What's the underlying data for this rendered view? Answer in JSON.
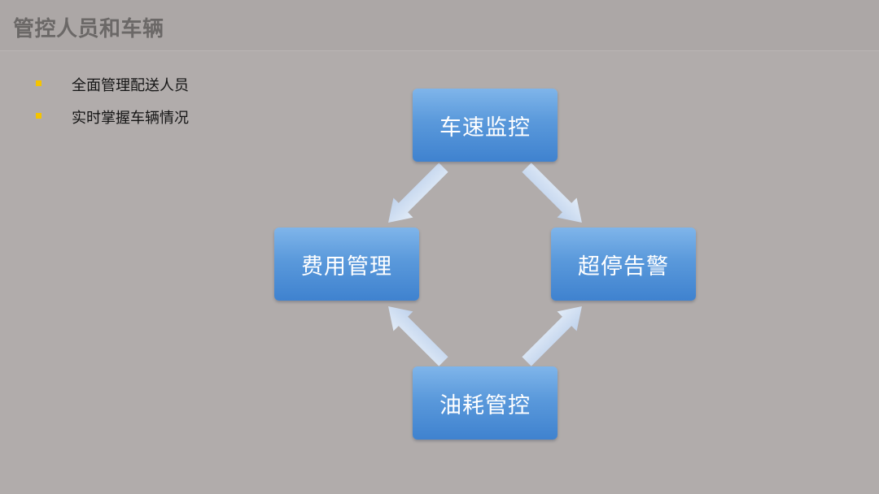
{
  "header": {
    "title": "管控人员和车辆"
  },
  "bullets": [
    {
      "text": "全面管理配送人员"
    },
    {
      "text": "实时掌握车辆情况"
    }
  ],
  "diagram": {
    "type": "cycle",
    "nodes": {
      "top": "车速监控",
      "right": "超停告警",
      "bottom": "油耗管控",
      "left": "费用管理"
    },
    "arrows": [
      {
        "from": "top",
        "to": "right"
      },
      {
        "from": "bottom",
        "to": "right"
      },
      {
        "from": "bottom",
        "to": "left"
      },
      {
        "from": "top",
        "to": "left"
      }
    ]
  },
  "colors": {
    "background": "#b1acab",
    "title_text": "#6b6867",
    "bullet_marker": "#f5c400",
    "node_fill": "#5a99db",
    "arrow_fill": "#d2dff1"
  }
}
